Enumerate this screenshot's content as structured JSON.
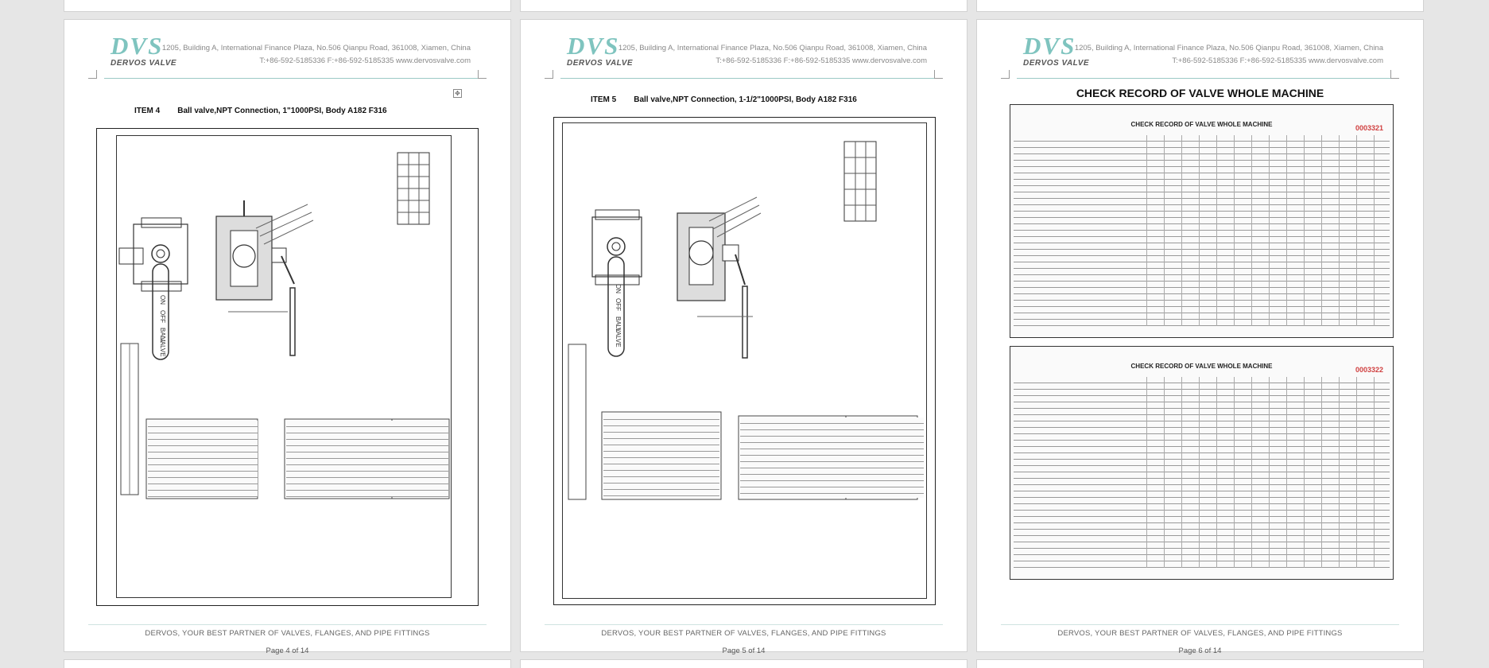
{
  "company": {
    "logo_mark": "DVS",
    "logo_name": "DERVOS VALVE",
    "address": "1205, Building A, International Finance Plaza, No.506 Qianpu Road, 361008, Xiamen, China",
    "contact": "T:+86-592-5185336   F:+86-592-5185335   www.dervosvalve.com",
    "slogan": "DERVOS, YOUR BEST PARTNER OF VALVES, FLANGES, AND PIPE FITTINGS"
  },
  "pages": [
    {
      "item": "ITEM 4",
      "caption": "Ball valve,NPT Connection, 1\"1000PSI, Body A182 F316",
      "page_number": "Page 4 of 14"
    },
    {
      "item": "ITEM 5",
      "caption": "Ball valve,NPT Connection, 1-1/2\"1000PSI, Body A182 F316",
      "page_number": "Page 5 of 14"
    },
    {
      "title": "CHECK RECORD OF VALVE WHOLE MACHINE",
      "record_heading": "CHECK RECORD OF VALVE WHOLE MACHINE",
      "record_numbers": [
        "0003321",
        "0003322"
      ],
      "page_number": "Page 6 of 14"
    }
  ],
  "drawing_labels": [
    "BALL",
    "VALVE",
    "ON",
    "OFF"
  ],
  "colors": {
    "background": "#e6e6e6",
    "brand": "#7fc4bf",
    "record_number": "#d04040"
  }
}
